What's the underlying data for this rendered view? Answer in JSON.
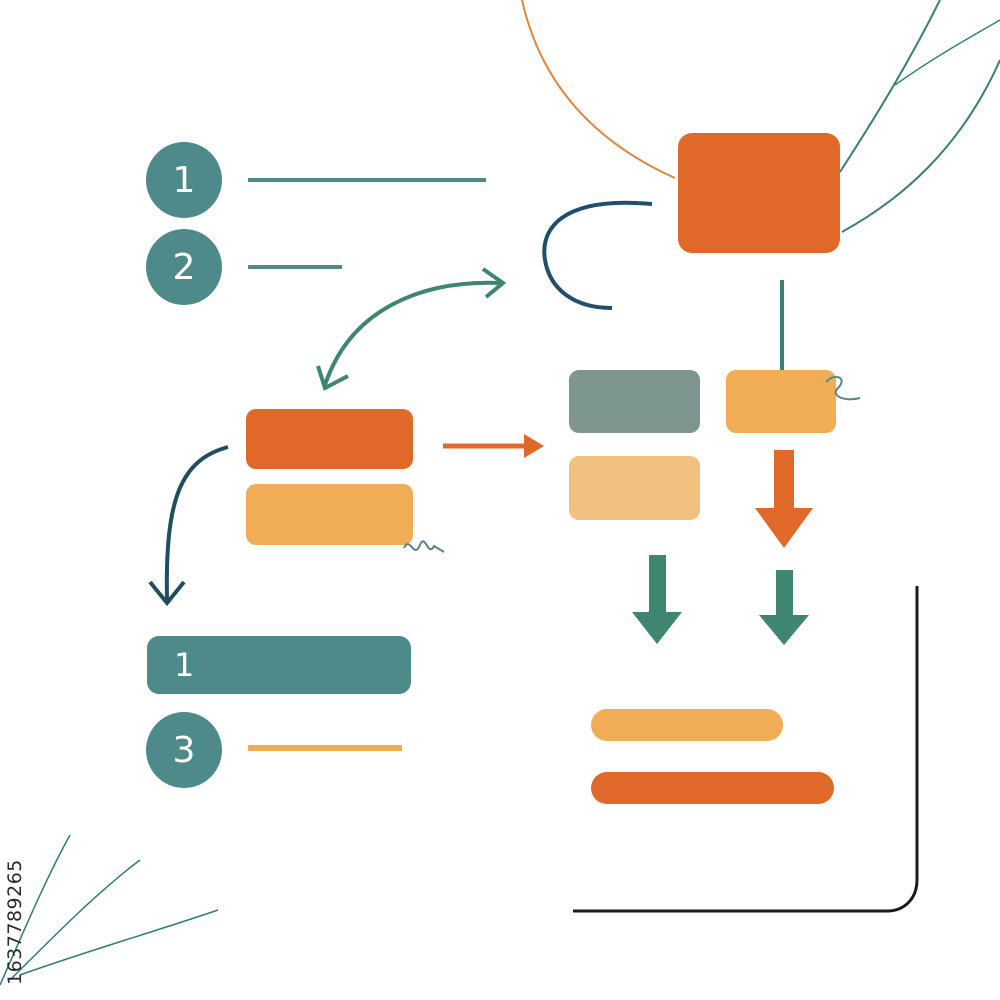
{
  "colors": {
    "teal": "#4f8a8b",
    "dark_teal": "#2e7d74",
    "navy": "#1f4e6e",
    "orange": "#e0692a",
    "light_orange": "#f0ad55",
    "pale_orange": "#f2c07f",
    "gray_green": "#7d9790",
    "black": "#1a1a1a"
  },
  "list_badges": [
    {
      "label": "1"
    },
    {
      "label": "2"
    },
    {
      "label": "3"
    }
  ],
  "bar_label": "1",
  "image_id": "1637789265"
}
